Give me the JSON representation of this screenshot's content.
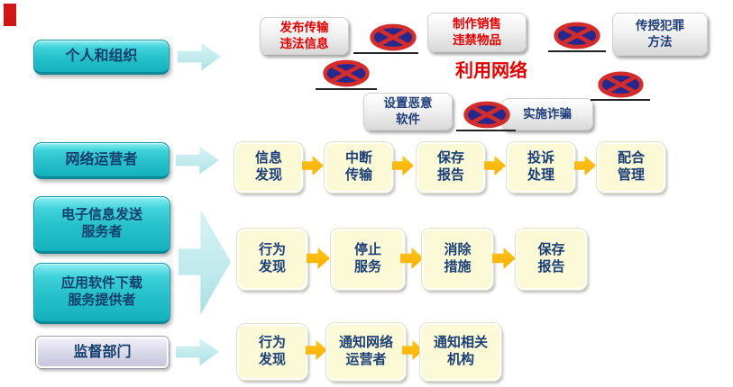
{
  "title_note": "利用网络",
  "colors": {
    "teal_box": "#25C0CA",
    "teal_border": "#0A8A98",
    "lavender_box": "#D8D7E8",
    "navy_text": "#1B3F77",
    "red_text": "#E10000",
    "cream_box": "#FBF9D6",
    "orange_arrow": "#F9AD00",
    "cyan_arrow": "#BFE9EC",
    "prohibition_fill": "#28288C",
    "prohibition_ring": "#D42B2B",
    "underline": "#222222"
  },
  "entities": [
    {
      "label": "个人和组织"
    },
    {
      "label": "网络运营者"
    },
    {
      "label": "电子信息发送\n服务者"
    },
    {
      "label": "应用软件下载\n服务提供者"
    },
    {
      "label": "监督部门"
    }
  ],
  "violations": {
    "center_label": "利用网络",
    "items": [
      {
        "label": "发布传输\n违法信息",
        "color": "red"
      },
      {
        "label": "制作销售\n违禁物品",
        "color": "red"
      },
      {
        "label": "传授犯罪\n方法",
        "color": "navy"
      },
      {
        "label": "设置恶意\n软件",
        "color": "navy"
      },
      {
        "label": "实施诈骗",
        "color": "navy"
      }
    ],
    "prohibition_icon": "no-stopping-sign"
  },
  "flows": {
    "network_operator": [
      "信息\n发现",
      "中断\n传输",
      "保存\n报告",
      "投诉\n处理",
      "配合\n管理"
    ],
    "service_provider": [
      "行为\n发现",
      "停止\n服务",
      "消除\n措施",
      "保存\n报告"
    ],
    "supervisor": [
      "行为\n发现",
      "通知网络\n运营者",
      "通知相关\n机构"
    ]
  }
}
